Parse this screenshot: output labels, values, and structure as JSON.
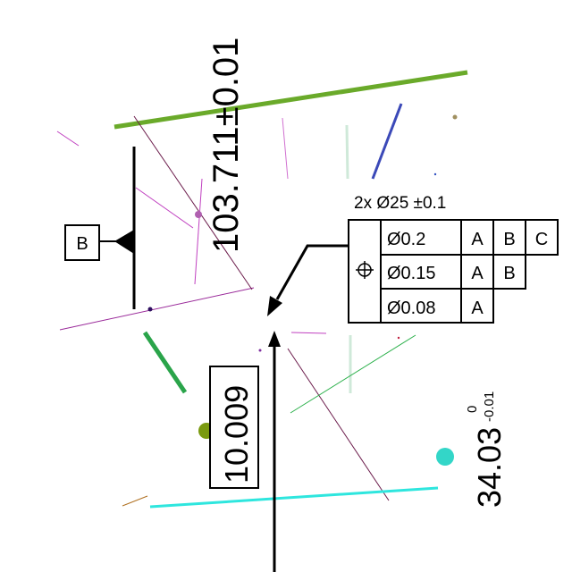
{
  "datum": {
    "label": "B"
  },
  "dimensions": {
    "vertical_main": {
      "text": "103.711±0.01"
    },
    "boxed_basic": {
      "text": "10.009"
    },
    "lower_right": {
      "value": "34.03",
      "upper_tol": "0",
      "lower_tol": "-0.01"
    }
  },
  "feature_control_frame": {
    "header": "2x Ø25 ±0.1",
    "symbol": "position-symbol",
    "rows": [
      {
        "tolerance": "Ø0.2",
        "datums": [
          "A",
          "B",
          "C"
        ]
      },
      {
        "tolerance": "Ø0.15",
        "datums": [
          "A",
          "B"
        ]
      },
      {
        "tolerance": "Ø0.08",
        "datums": [
          "A"
        ]
      }
    ]
  },
  "colors": {
    "ink": "#000000",
    "green_line": "#6aaa2a",
    "blue_line": "#3b49b8",
    "cyan_line": "#2ee6de",
    "cyan_dot": "#33d6c8",
    "olive_dot": "#7a9a10",
    "magenta": "#c040c0",
    "dark_purple": "#6a1a4a",
    "green_dark": "#2aa44a"
  }
}
